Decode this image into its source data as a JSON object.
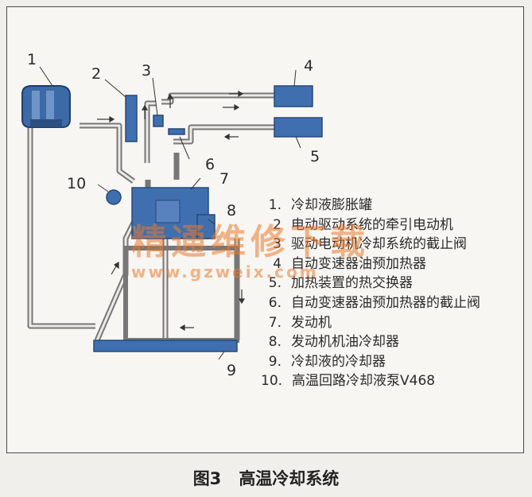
{
  "callouts": [
    "1",
    "2",
    "3",
    "4",
    "5",
    "6",
    "7",
    "8",
    "9",
    "10"
  ],
  "legend": [
    {
      "num": "1.",
      "text": "冷却液膨胀罐"
    },
    {
      "num": "2",
      "text": "电动驱动系统的牵引电动机"
    },
    {
      "num": "3",
      "text": "驱动电动机冷却系统的截止阀"
    },
    {
      "num": "4",
      "text": "自动变速器油预加热器"
    },
    {
      "num": "5.",
      "text": "加热装置的热交换器"
    },
    {
      "num": "6.",
      "text": "自动变速器油预加热器的截止阀"
    },
    {
      "num": "7.",
      "text": "发动机"
    },
    {
      "num": "8.",
      "text": "发动机机油冷却器"
    },
    {
      "num": "9.",
      "text": "冷却液的冷却器"
    },
    {
      "num": "10.",
      "text": "高温回路冷却液泵V468"
    }
  ],
  "watermark": {
    "cn": "精通维修下载",
    "url": "www.gzweix.com"
  },
  "caption": {
    "tag": "图3",
    "title": "高温冷却系统"
  },
  "colors": {
    "component": "#3f6fae",
    "component_dark": "#2c4f86",
    "pipe": "#666666"
  }
}
